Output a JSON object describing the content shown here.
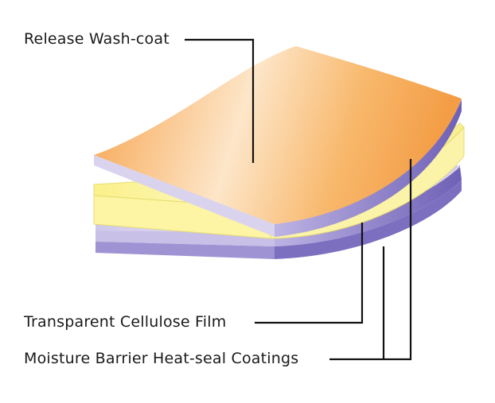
{
  "labels": {
    "release": "Release Wash-coat",
    "cellulose": "Transparent Cellulose Film",
    "moisture": "Moisture Barrier Heat-seal Coatings"
  },
  "colors": {
    "orange_dark": "#f6a24a",
    "orange_light": "#fde6c9",
    "yellow_face": "#fdf6a9",
    "yellow_edge": "#f4ec7c",
    "lavender_face": "#d9d3ee",
    "lavender_edge": "#7d6fc0",
    "leader_line": "#111111"
  }
}
